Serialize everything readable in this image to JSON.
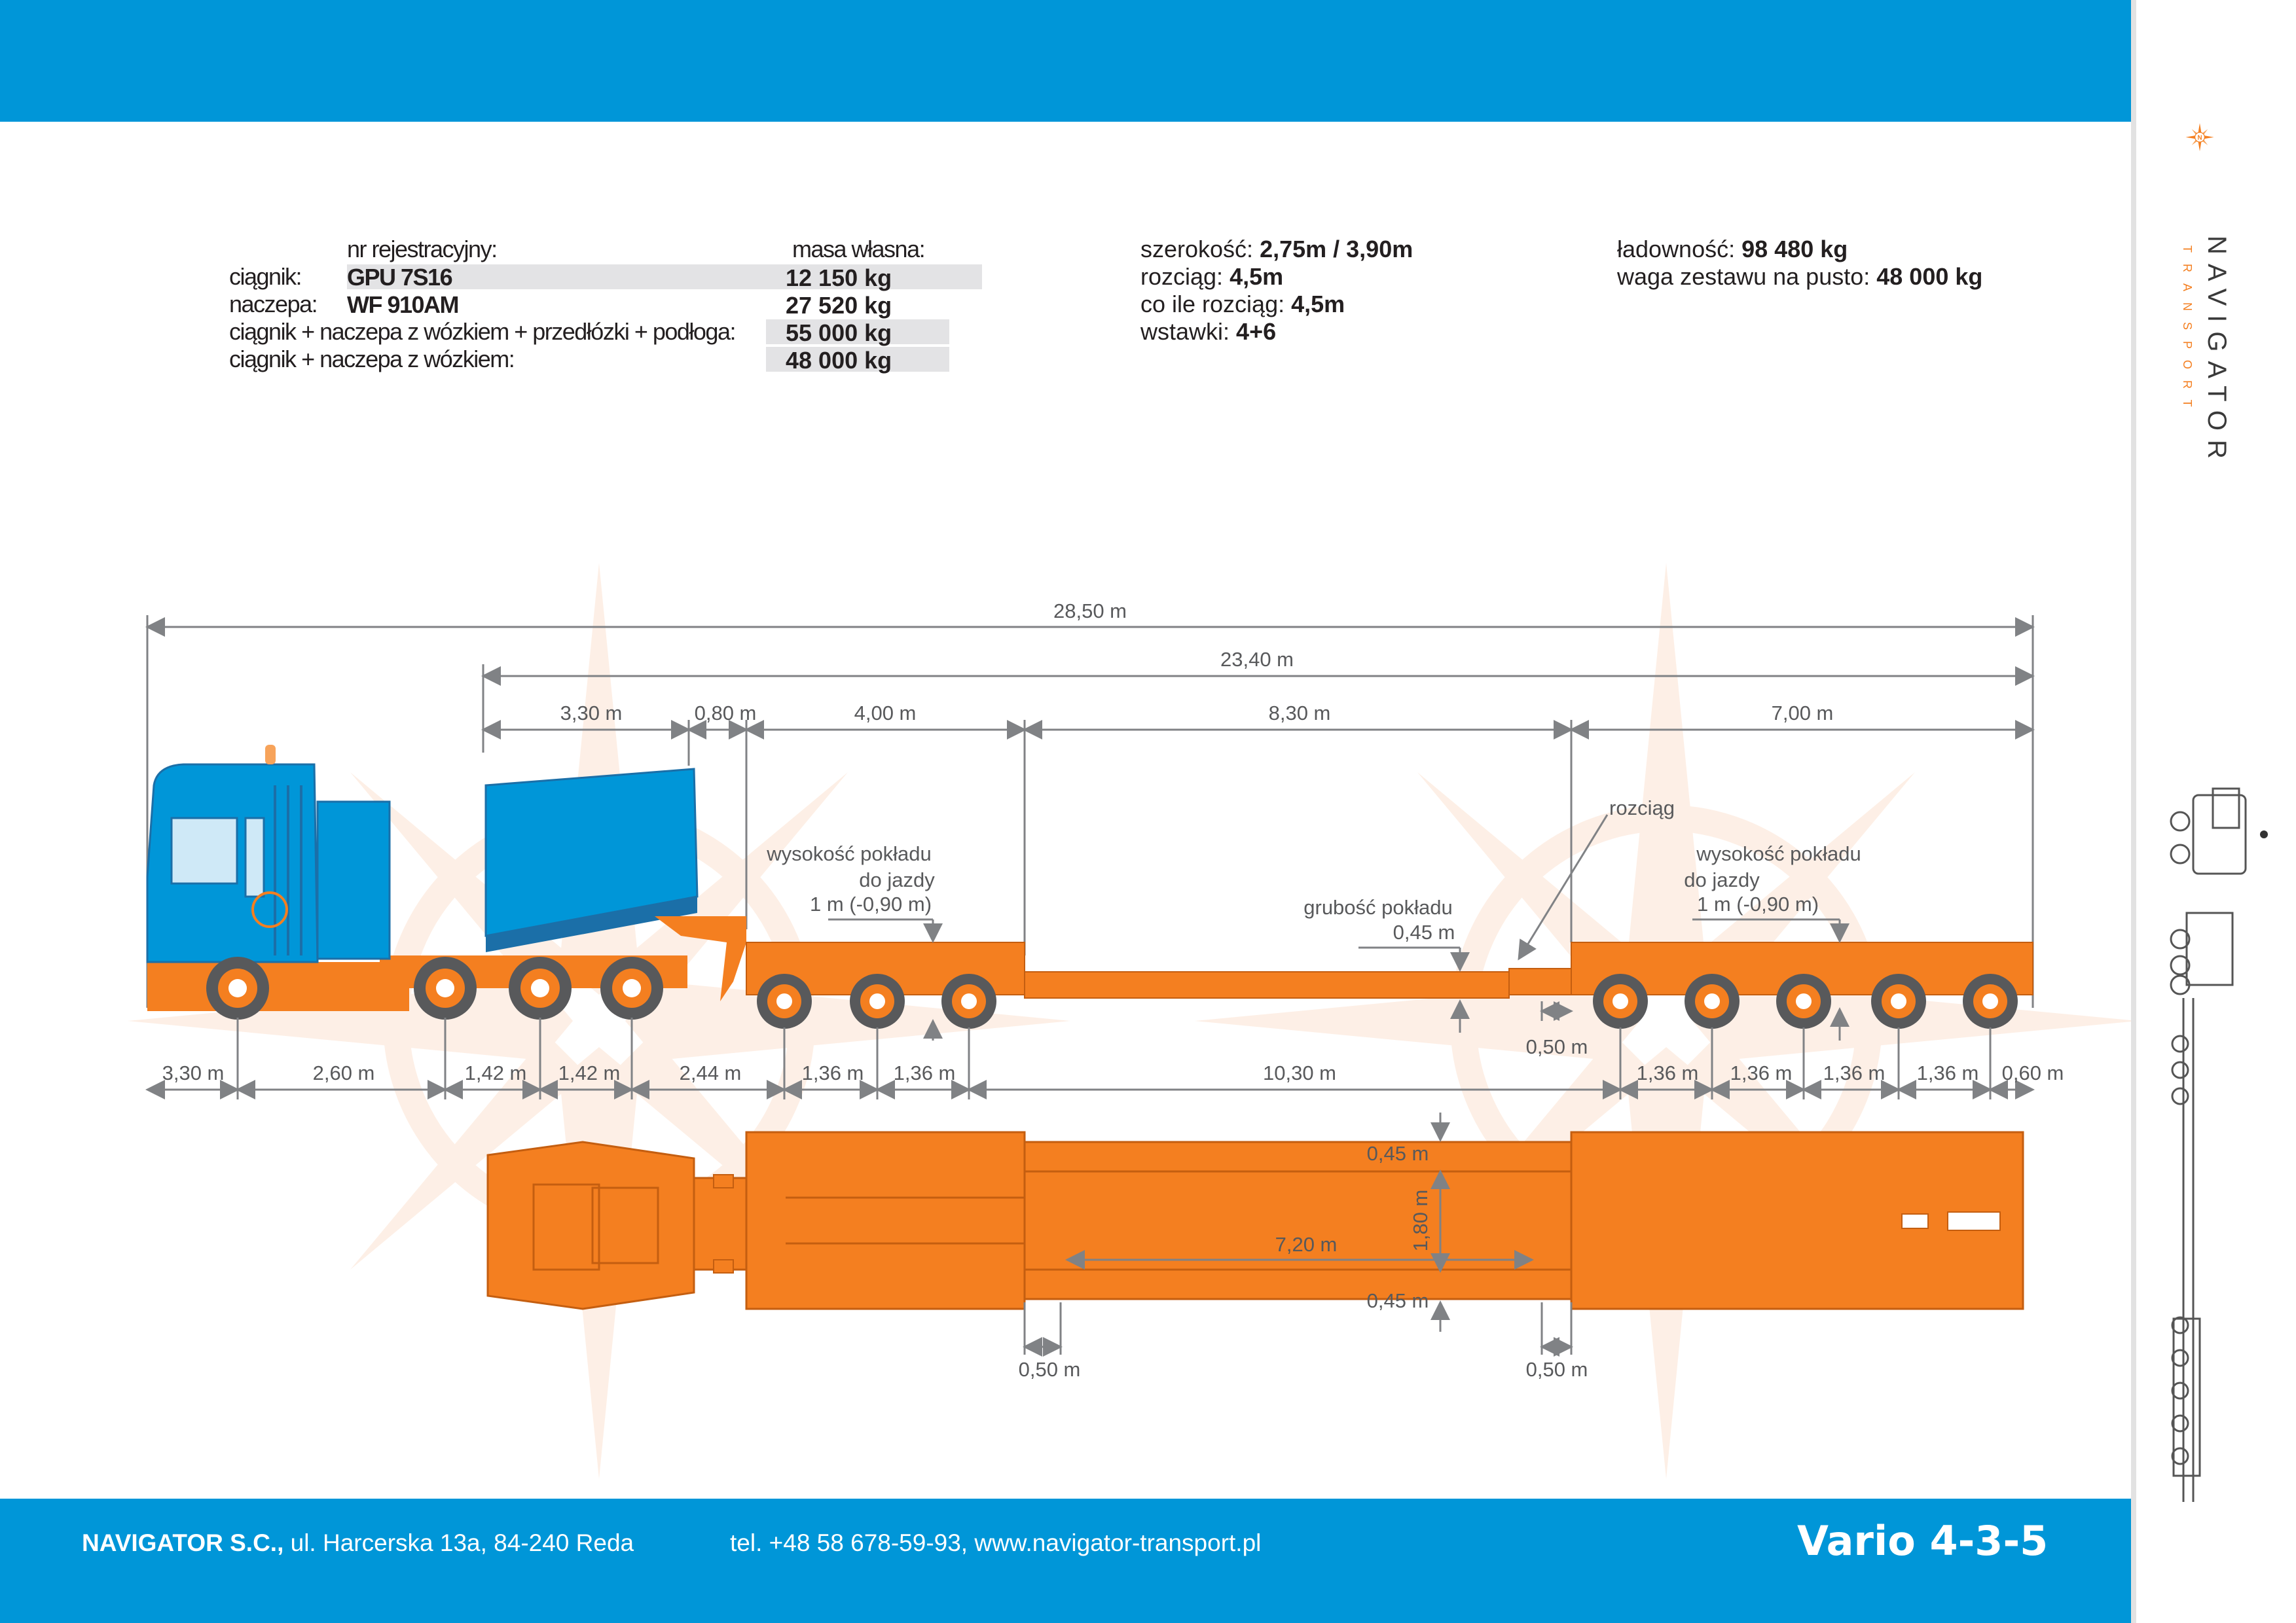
{
  "table": {
    "header_reg": "nr rejestracyjny:",
    "header_mass": "masa własna:",
    "rows": [
      {
        "label": "ciągnik:",
        "reg": "GPU 7S16",
        "mass": "12 150 kg"
      },
      {
        "label": "naczepa:",
        "reg": "WF 910AM",
        "mass": "27 520 kg"
      },
      {
        "label": "ciągnik + naczepa z wózkiem + przedłózki + podłoga:",
        "reg": "",
        "mass": "55 000 kg"
      },
      {
        "label": "ciągnik + naczepa z wózkiem:",
        "reg": "",
        "mass": "48 000 kg"
      }
    ]
  },
  "specs_mid": [
    {
      "label": "szerokość:",
      "value": "2,75m / 3,90m"
    },
    {
      "label": "rozciąg:",
      "value": "4,5m"
    },
    {
      "label": "co ile rozciąg:",
      "value": "4,5m"
    },
    {
      "label": "wstawki:",
      "value": "4+6"
    }
  ],
  "specs_right": [
    {
      "label": "ładowność:",
      "value": "98 480 kg"
    },
    {
      "label": "waga zestawu na pusto:",
      "value": "48 000 kg"
    }
  ],
  "dimensions": {
    "total": "28,50 m",
    "trailer": "23,40 m",
    "top": [
      "3,30 m",
      "0,80 m",
      "4,00 m",
      "8,30 m",
      "7,00 m"
    ],
    "bottom": [
      "3,30 m",
      "2,60 m",
      "1,42 m",
      "1,42 m",
      "2,44 m",
      "1,36 m",
      "1,36 m",
      "10,30 m",
      "1,36 m",
      "1,36 m",
      "1,36 m",
      "1,36 m",
      "0,60 m"
    ],
    "gap": "0,50 m",
    "deck_thickness": "0,45 m",
    "plan_edge_top": "0,45 m",
    "plan_edge_bottom": "0,45 m",
    "plan_width": "1,80 m",
    "plan_length": "7,20 m",
    "plan_gap_left": "0,50 m",
    "plan_gap_right": "0,50 m"
  },
  "annotations": {
    "deck_height_left": [
      "wysokość pokładu",
      "do jazdy",
      "1 m (-0,90 m)"
    ],
    "deck_height_right": [
      "wysokość pokładu",
      "do jazdy",
      "1 m (-0,90 m)"
    ],
    "deck_thickness_label": "grubość pokładu",
    "stretch_label": "rozciąg"
  },
  "brand": {
    "name": "NAVIGATOR",
    "sub": "TRANSPORT",
    "logo_icon": "compass-n-icon"
  },
  "footer": {
    "company": "NAVIGATOR S.C.,",
    "address": " ul. Harcerska  13a, 84-240 Reda",
    "contact": "tel.  +48 58 678-59-93, www.navigator-transport.pl",
    "model": "Vario 4-3-5"
  },
  "colors": {
    "blue": "#0096d8",
    "orange": "#f47f20",
    "watermark": "#fde3d2"
  }
}
